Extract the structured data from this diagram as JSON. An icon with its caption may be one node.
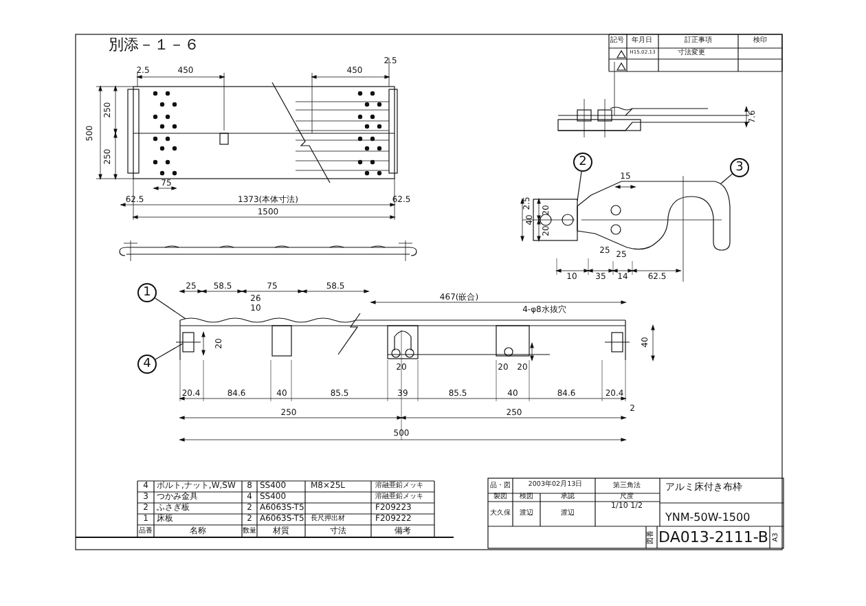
{
  "diagram": {
    "title": "別添－１－６",
    "nodes": [
      {
        "text": [
          "2"
        ]
      },
      {
        "text": [
          "3"
        ]
      },
      {
        "text": [
          "1"
        ]
      },
      {
        "text": [
          "4"
        ]
      },
      {
        "text": [],
        "shape": "picture"
      },
      {
        "text": [],
        "shape": "picture"
      },
      {
        "text": [],
        "shape": "picture"
      },
      {
        "text": [],
        "shape": "picture"
      }
    ],
    "edges": [
      {
        "from": 0,
        "to": 4,
        "arrow": "none"
      },
      {
        "from": 1,
        "to": 5,
        "arrow": "none"
      },
      {
        "from": 2,
        "to": 6,
        "arrow": "none"
      },
      {
        "from": 3,
        "to": 7,
        "arrow": "none"
      }
    ],
    "labels": [
      "2.5",
      "450",
      "450",
      "2.5",
      "250",
      "500",
      "250",
      "75",
      "62.5",
      "1373(本体寸法)",
      "62.5",
      "1500",
      "7.6",
      "15",
      "2.5",
      "20",
      "40",
      "20",
      "25",
      "25",
      "10",
      "35",
      "14",
      "62.5",
      "25",
      "58.5",
      "75",
      "58.5",
      "26",
      "10",
      "467(嵌合)",
      "4-φ8水抜穴",
      "20",
      "40",
      "20",
      "20",
      "20",
      "20.4",
      "84.6",
      "40",
      "85.5",
      "39",
      "85.5",
      "40",
      "84.6",
      "20.4",
      "250",
      "250",
      "2",
      "500",
      "記号",
      "年月日",
      "訂正事項",
      "検印",
      "H15.02.13",
      "寸法変更",
      "4",
      "ボルト,ナット,W,SW",
      "8",
      "SS400",
      "M8×25L",
      "溶融亜鉛メッキ",
      "3",
      "つかみ金具",
      "4",
      "SS400",
      "溶融亜鉛メッキ",
      "2",
      "ふさぎ板",
      "2",
      "A6063S-T5",
      "F209223",
      "1",
      "床板",
      "2",
      "A6063S-T5",
      "長尺押出材",
      "F209222",
      "品番",
      "名称",
      "数量",
      "材質",
      "寸法",
      "備考",
      "品・図",
      "2003年02月13日",
      "第三角法",
      "アルミ床付き布枠",
      "製図",
      "検図",
      "承認",
      "尺度",
      "大久保",
      "渡辺",
      "渡辺",
      "1/10 1/2",
      "YNM-50W-1500",
      "図番",
      "DA013-2111-B",
      "A3"
    ]
  }
}
